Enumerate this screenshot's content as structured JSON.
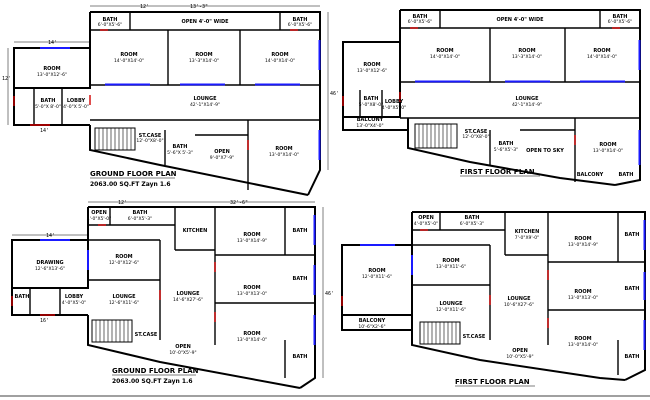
{
  "drawing": {
    "colors": {
      "wall": "#000000",
      "door": "#d00000",
      "window": "#1a1aff",
      "dimension": "#000000",
      "paper": "#ffffff"
    },
    "plans": [
      {
        "id": "gf1",
        "title": "GROUND FLOOR PLAN",
        "subtitle": "2063.00 SQ.FT Zayn 1.6",
        "dims": {
          "top1": "12'",
          "top2": "13'-3\"",
          "left_top": "14'",
          "side_right": "46'",
          "left_mid": "12'",
          "bottom": "14'"
        },
        "rooms": [
          {
            "name": "BATH",
            "size": "6'-0\"X5'-6\""
          },
          {
            "name": "OPEN 4'-0\" WIDE",
            "size": ""
          },
          {
            "name": "BATH",
            "size": "6'-0\"X5'-6\""
          },
          {
            "name": "ROOM",
            "size": "14'-0\"X14'-0\""
          },
          {
            "name": "ROOM",
            "size": "13'-3\"X14'-0\""
          },
          {
            "name": "ROOM",
            "size": "14'-0\"X14'-0\""
          },
          {
            "name": "ROOM",
            "size": "13'-0\"X12'-6\""
          },
          {
            "name": "LOUNGE",
            "size": "42'-1\"X14'-9\""
          },
          {
            "name": "BATH",
            "size": "5'-0\"X 8'-0\""
          },
          {
            "name": "LOBBY",
            "size": "4'-0\"X 5'-0\""
          },
          {
            "name": "ROOM",
            "size": "13'-0\"X14'-0\""
          },
          {
            "name": "BATH",
            "size": "5'-6\"X 5'-3\""
          },
          {
            "name": "OPEN",
            "size": "9'-0\"X7'-9\""
          },
          {
            "name": "ST.CASE",
            "size": "12'-0\"X8'-0\""
          }
        ]
      },
      {
        "id": "ff1",
        "title": "FIRST FLOOR PLAN",
        "subtitle": "",
        "rooms": [
          {
            "name": "BATH",
            "size": "6'-0\"X5'-6\""
          },
          {
            "name": "OPEN 4'-0\" WIDE",
            "size": ""
          },
          {
            "name": "BATH",
            "size": "6'-0\"X5'-6\""
          },
          {
            "name": "ROOM",
            "size": "14'-0\"X14'-0\""
          },
          {
            "name": "ROOM",
            "size": "13'-3\"X14'-0\""
          },
          {
            "name": "ROOM",
            "size": "14'-0\"X14'-0\""
          },
          {
            "name": "ROOM",
            "size": "13'-0\"X12'-6\""
          },
          {
            "name": "LOUNGE",
            "size": "42'-1\"X14'-9\""
          },
          {
            "name": "BATH",
            "size": "5'-0\"X8'-0\""
          },
          {
            "name": "LOBBY",
            "size": "4'-0\"X5'-0\""
          },
          {
            "name": "BALCONY",
            "size": "13'-0\"X4'-0\""
          },
          {
            "name": "ST.CASE",
            "size": "12'-0\"X8'-0\""
          },
          {
            "name": "BATH",
            "size": "5'-6\"X5'-3\""
          },
          {
            "name": "OPEN TO SKY",
            "size": ""
          },
          {
            "name": "ROOM",
            "size": "13'-0\"X14'-0\""
          },
          {
            "name": "BALCONY",
            "size": ""
          },
          {
            "name": "BATH",
            "size": ""
          }
        ]
      },
      {
        "id": "gf2",
        "title": "GROUND FLOOR PLAN",
        "subtitle": "2063.00 SQ.FT Zayn 1.6",
        "dims": {
          "top1": "12'",
          "top2": "32'-6\"",
          "left_top": "14'",
          "side_right": "46'",
          "bottom": "16'"
        },
        "rooms": [
          {
            "name": "OPEN",
            "size": "4'-0\"X5'-0\""
          },
          {
            "name": "BATH",
            "size": "6'-0\"X5'-3\""
          },
          {
            "name": "KITCHEN",
            "size": ""
          },
          {
            "name": "ROOM",
            "size": "13'-0\"X14'-9\""
          },
          {
            "name": "BATH",
            "size": ""
          },
          {
            "name": "DRAWING",
            "size": "12'-6\"X13'-6\""
          },
          {
            "name": "ROOM",
            "size": "12'-0\"X12'-6\""
          },
          {
            "name": "LOUNGE",
            "size": "12'-6\"X11'-6\""
          },
          {
            "name": "LOUNGE",
            "size": "14'-6\"X27'-6\""
          },
          {
            "name": "ROOM",
            "size": "13'-0\"X13'-0\""
          },
          {
            "name": "BATH",
            "size": ""
          },
          {
            "name": "BATH",
            "size": ""
          },
          {
            "name": "LOBBY",
            "size": "4'-0\"X5'-0\""
          },
          {
            "name": "ROOM",
            "size": "13'-0\"X14'-0\""
          },
          {
            "name": "OPEN",
            "size": "10'-0\"X5'-9\""
          },
          {
            "name": "ST.CASE",
            "size": ""
          },
          {
            "name": "BATH",
            "size": ""
          }
        ]
      },
      {
        "id": "ff2",
        "title": "FIRST FLOOR PLAN",
        "subtitle": "",
        "rooms": [
          {
            "name": "OPEN",
            "size": "4'-0\"X5'-0\""
          },
          {
            "name": "BATH",
            "size": "6'-0\"X5'-3\""
          },
          {
            "name": "KITCHEN",
            "size": "7'-0\"X9'-0\""
          },
          {
            "name": "ROOM",
            "size": "13'-0\"X14'-9\""
          },
          {
            "name": "BATH",
            "size": ""
          },
          {
            "name": "ROOM",
            "size": "12'-0\"X11'-6\""
          },
          {
            "name": "ROOM",
            "size": "13'-0\"X11'-6\""
          },
          {
            "name": "LOUNGE",
            "size": "12'-0\"X11'-6\""
          },
          {
            "name": "LOUNGE",
            "size": "10'-6\"X27'-6\""
          },
          {
            "name": "ROOM",
            "size": "13'-0\"X13'-0\""
          },
          {
            "name": "BALCONY",
            "size": "10'-6\"X2'-6\""
          },
          {
            "name": "ROOM",
            "size": "13'-0\"X14'-0\""
          },
          {
            "name": "OPEN",
            "size": "10'-0\"X5'-9\""
          },
          {
            "name": "BATH",
            "size": ""
          },
          {
            "name": "BATH",
            "size": ""
          },
          {
            "name": "ST.CASE",
            "size": ""
          }
        ]
      }
    ]
  }
}
